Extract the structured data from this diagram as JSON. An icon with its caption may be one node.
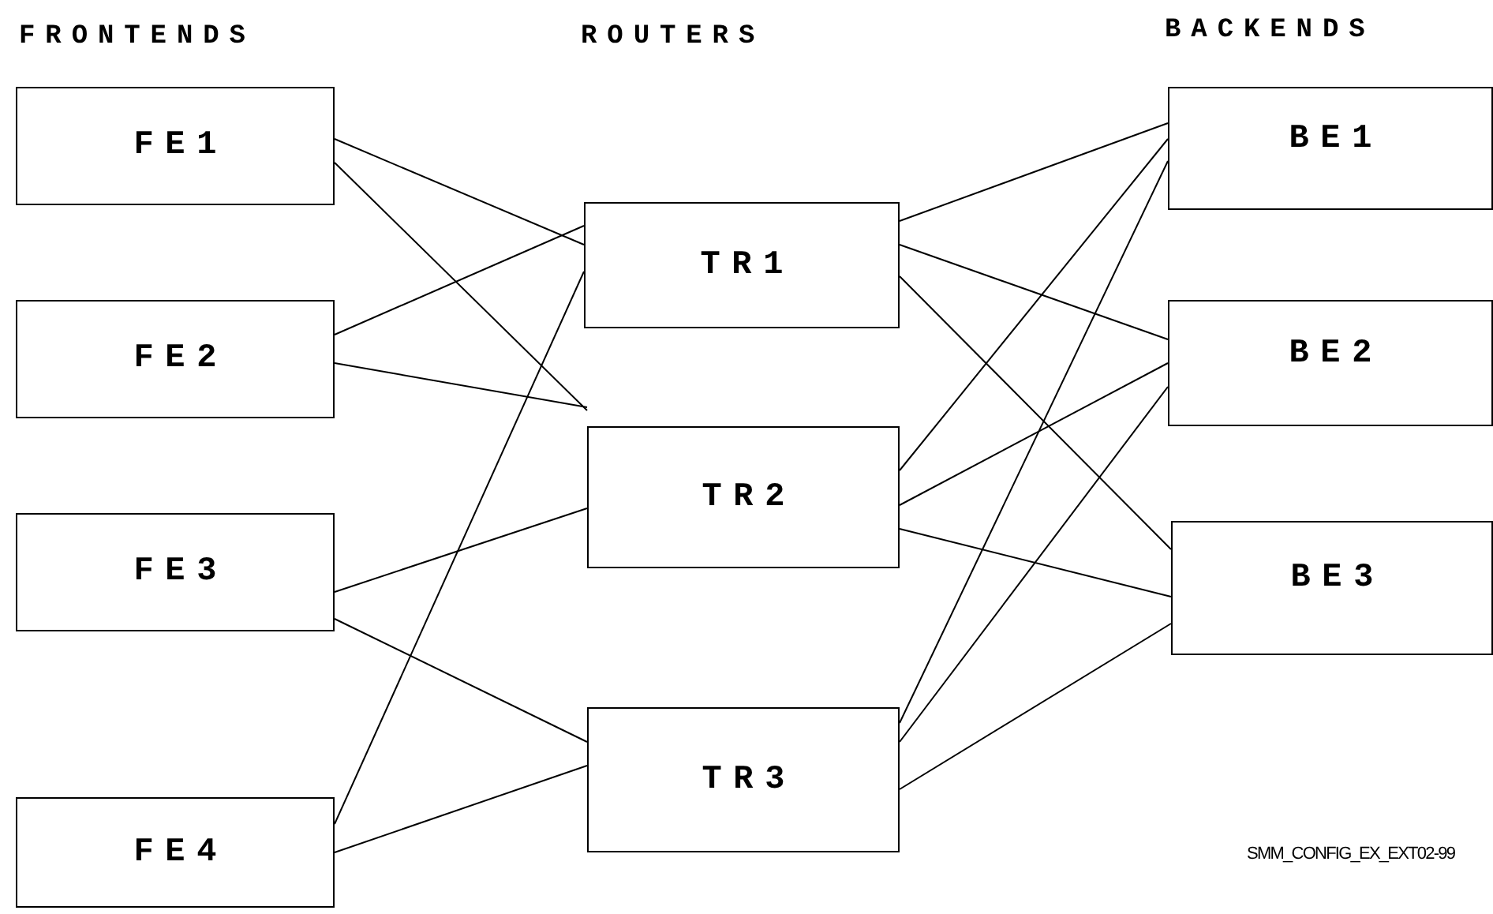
{
  "diagram": {
    "nodes": [
      {
        "text": [
          "FE1"
        ]
      },
      {
        "text": [
          "FE2"
        ]
      },
      {
        "text": [
          "FE3"
        ]
      },
      {
        "text": [
          "FE4"
        ]
      },
      {
        "text": [
          "TR1"
        ]
      },
      {
        "text": [
          "TR2"
        ]
      },
      {
        "text": [
          "TR3"
        ]
      },
      {
        "text": [
          "BE1"
        ]
      },
      {
        "text": [
          "BE2"
        ]
      },
      {
        "text": [
          "BE3"
        ]
      }
    ],
    "edges": [
      {
        "from": 0,
        "to": 4,
        "arrow": "none"
      },
      {
        "from": 0,
        "to": 5,
        "arrow": "none"
      },
      {
        "from": 1,
        "to": 4,
        "arrow": "none"
      },
      {
        "from": 1,
        "to": 5,
        "arrow": "none"
      },
      {
        "from": 2,
        "to": 5,
        "arrow": "none"
      },
      {
        "from": 2,
        "to": 6,
        "arrow": "none"
      },
      {
        "from": 3,
        "to": 4,
        "arrow": "none"
      },
      {
        "from": 3,
        "to": 6,
        "arrow": "none"
      },
      {
        "from": 4,
        "to": 7,
        "arrow": "none"
      },
      {
        "from": 4,
        "to": 8,
        "arrow": "none"
      },
      {
        "from": 4,
        "to": 9,
        "arrow": "none"
      },
      {
        "from": 5,
        "to": 7,
        "arrow": "none"
      },
      {
        "from": 5,
        "to": 8,
        "arrow": "none"
      },
      {
        "from": 5,
        "to": 9,
        "arrow": "none"
      },
      {
        "from": 6,
        "to": 7,
        "arrow": "none"
      },
      {
        "from": 6,
        "to": 8,
        "arrow": "none"
      },
      {
        "from": 6,
        "to": 9,
        "arrow": "none"
      }
    ],
    "labels": [
      "FRONTENDS",
      "ROUTERS",
      "BACKENDS",
      "SMM_CONFIG_EX_EXT02-99"
    ]
  }
}
